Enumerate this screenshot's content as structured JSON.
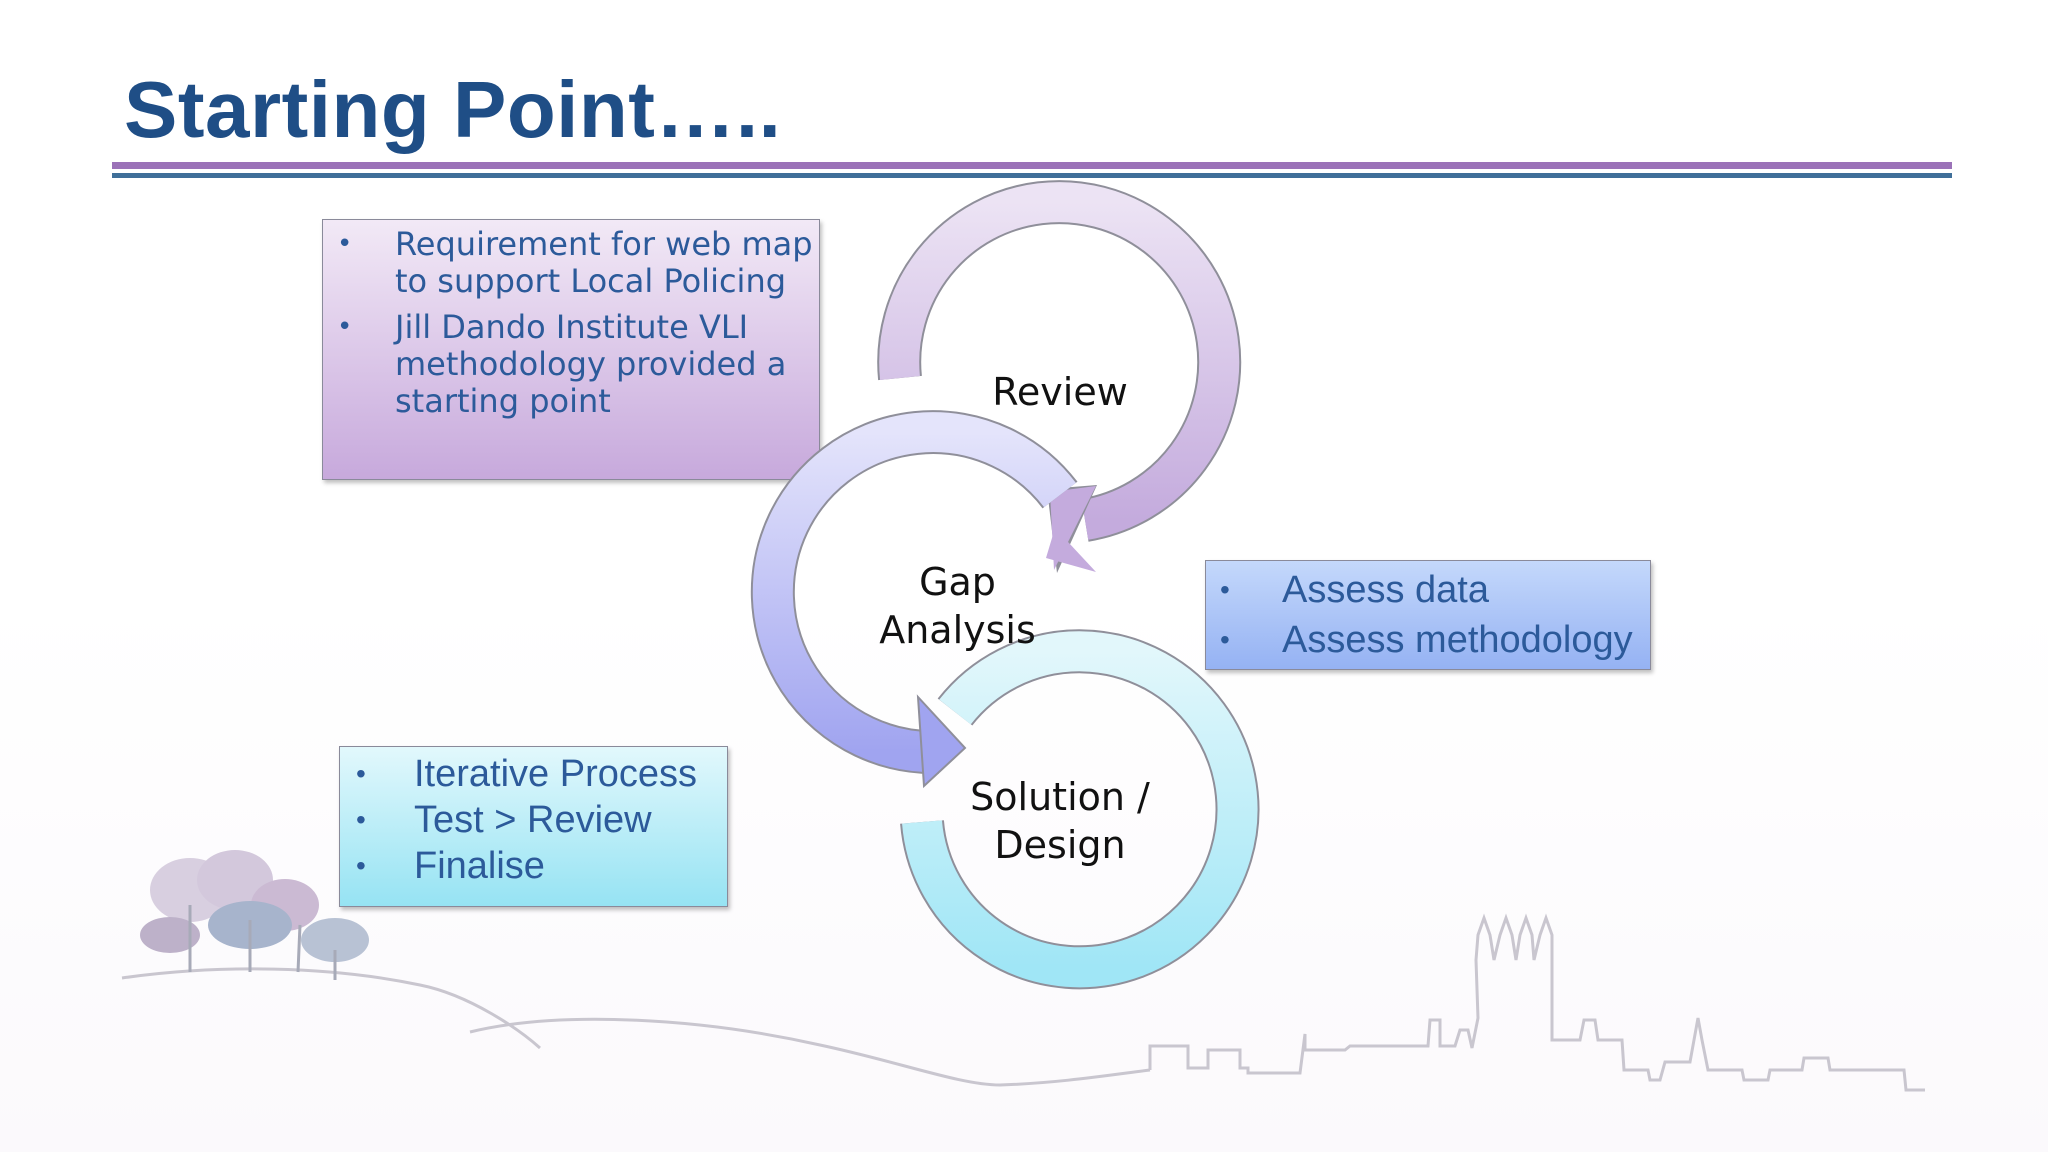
{
  "slide": {
    "title": "Starting Point…..",
    "purple_box": {
      "bullets": [
        "Requirement for web map to support Local Policing",
        "Jill Dando Institute VLI methodology provided a starting point"
      ]
    },
    "blue_box": {
      "bullets": [
        "Assess data",
        "Assess methodology"
      ]
    },
    "cyan_box": {
      "bullets": [
        "Iterative Process",
        "Test > Review",
        "Finalise"
      ]
    },
    "cycle": {
      "review_label": "Review",
      "gap_label_line1": "Gap",
      "gap_label_line2": "Analysis",
      "solution_label_line1": "Solution /",
      "solution_label_line2": "Design"
    },
    "bullet_glyph": "•"
  },
  "colors": {
    "title": "#1f4e86",
    "bullet_text": "#2c5a9a",
    "rule_purple": "#9b72b8",
    "rule_blue": "#3f6f99",
    "review_arrow": "#d2bfe6",
    "gap_arrow": "#a9a9f0",
    "solution_arrow": "#a6e8f6"
  }
}
